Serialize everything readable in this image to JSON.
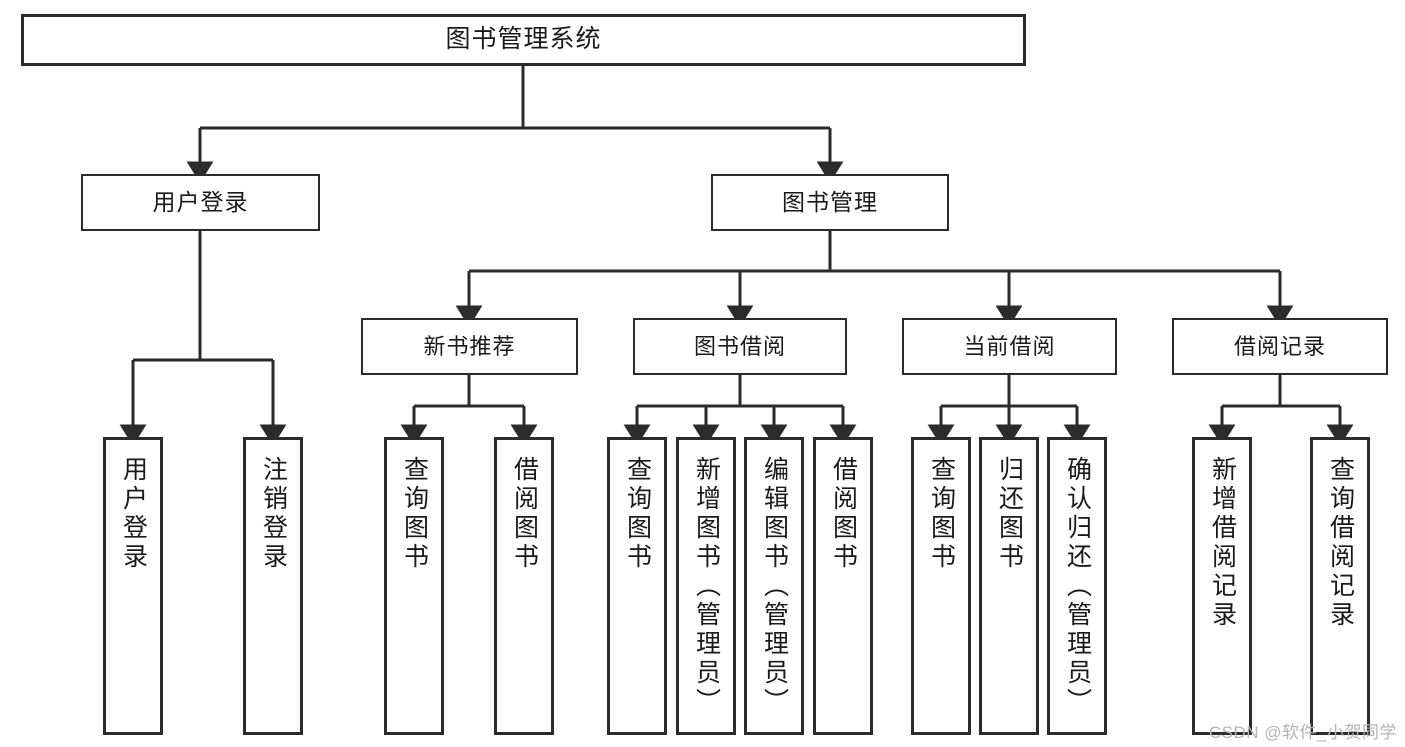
{
  "diagram": {
    "type": "tree-hierarchy",
    "title": "图书管理系统",
    "watermark": "CSDN @软件_小贺同学",
    "colors": {
      "stroke": "#2b2b2b",
      "fill": "#ffffff",
      "text": "#1a1a1a",
      "watermark": "#b4b4b4"
    },
    "nodes": {
      "root": {
        "label": "图书管理系统"
      },
      "level2": [
        {
          "id": "user-login",
          "label": "用户登录"
        },
        {
          "id": "book-manage",
          "label": "图书管理"
        }
      ],
      "level3": [
        {
          "id": "new-book-rec",
          "label": "新书推荐"
        },
        {
          "id": "book-borrow",
          "label": "图书借阅"
        },
        {
          "id": "current-borrow",
          "label": "当前借阅"
        },
        {
          "id": "borrow-record",
          "label": "借阅记录"
        }
      ],
      "leaves": {
        "user-login": [
          {
            "id": "leaf-user-login",
            "label": "用户登录"
          },
          {
            "id": "leaf-user-logout",
            "label": "注销登录"
          }
        ],
        "new-book-rec": [
          {
            "id": "leaf-query-book-1",
            "label": "查询图书"
          },
          {
            "id": "leaf-borrow-book-1",
            "label": "借阅图书"
          }
        ],
        "book-borrow": [
          {
            "id": "leaf-query-book-2",
            "label": "查询图书"
          },
          {
            "id": "leaf-add-book",
            "label": "新增图书（管理员）"
          },
          {
            "id": "leaf-edit-book",
            "label": "编辑图书（管理员）"
          },
          {
            "id": "leaf-borrow-book-2",
            "label": "借阅图书"
          }
        ],
        "current-borrow": [
          {
            "id": "leaf-query-book-3",
            "label": "查询图书"
          },
          {
            "id": "leaf-return-book",
            "label": "归还图书"
          },
          {
            "id": "leaf-confirm-return",
            "label": "确认归还（管理员）"
          }
        ],
        "borrow-record": [
          {
            "id": "leaf-add-record",
            "label": "新增借阅记录"
          },
          {
            "id": "leaf-query-record",
            "label": "查询借阅记录"
          }
        ]
      }
    }
  }
}
